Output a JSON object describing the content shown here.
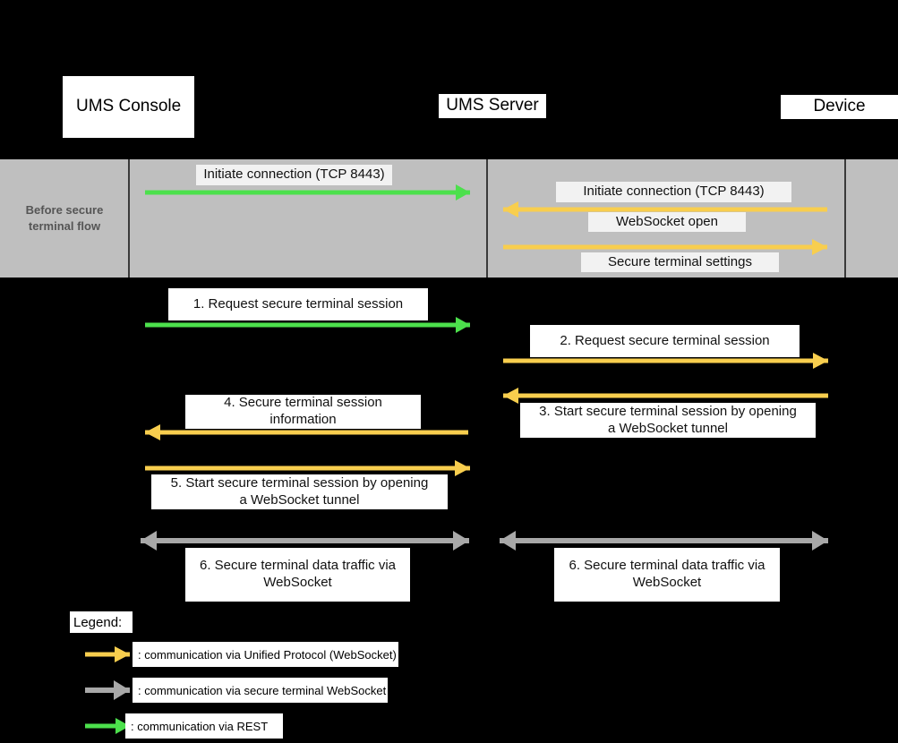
{
  "diagram": {
    "title_actors": [
      {
        "name": "ums-console",
        "label": "UMS Console"
      },
      {
        "name": "ums-server",
        "label": "UMS Server"
      },
      {
        "name": "device",
        "label": "Device"
      }
    ],
    "phase_band": {
      "label": "Before secure terminal flow",
      "background": "#bfbfbf",
      "messages": [
        {
          "label": "Initiate connection (TCP 8443)",
          "color": "#4ce04c",
          "protocol": "rest",
          "direction": "right",
          "lane": "console-server"
        },
        {
          "label": "Initiate connection (TCP 8443)",
          "color": "#f8ce4e",
          "protocol": "unified",
          "direction": "left",
          "lane": "server-device"
        },
        {
          "label": "WebSocket open",
          "color": "#f8ce4e",
          "protocol": "unified",
          "direction": "left",
          "lane": "server-device"
        },
        {
          "label": "Secure terminal settings",
          "color": "#f8ce4e",
          "protocol": "unified",
          "direction": "right",
          "lane": "server-device"
        }
      ]
    },
    "flow_messages": [
      {
        "step": "1.",
        "label": "1.   Request secure terminal session",
        "color": "#4ce04c",
        "protocol": "rest",
        "direction": "right",
        "lane": "console-server"
      },
      {
        "step": "2.",
        "label": "2.   Request secure terminal session",
        "color": "#f8ce4e",
        "protocol": "unified",
        "direction": "right",
        "lane": "server-device"
      },
      {
        "step": "3.",
        "label": "3.   Start secure terminal session by opening a WebSocket tunnel",
        "color": "#f8ce4e",
        "protocol": "unified",
        "direction": "left",
        "lane": "server-device"
      },
      {
        "step": "4.",
        "label": "4.   Secure terminal session information",
        "color": "#f8ce4e",
        "protocol": "unified",
        "direction": "left",
        "lane": "console-server"
      },
      {
        "step": "5.",
        "label": "5.   Start secure terminal session by opening a WebSocket tunnel",
        "color": "#f8ce4e",
        "protocol": "unified",
        "direction": "right",
        "lane": "console-server"
      },
      {
        "step": "6.",
        "label": "6.   Secure terminal data traffic via WebSocket",
        "color": "#a8a8a8",
        "protocol": "secure-terminal",
        "direction": "both",
        "lane": "console-server"
      },
      {
        "step": "6.",
        "label": "6.   Secure terminal data traffic via WebSocket",
        "color": "#a8a8a8",
        "protocol": "secure-terminal",
        "direction": "both",
        "lane": "server-device"
      }
    ],
    "message_labels": {
      "m_initiate_left": "Initiate connection (TCP 8443)",
      "m_initiate_right": "Initiate connection (TCP 8443)",
      "m_websocket_open": "WebSocket open",
      "m_secure_settings": "Secure terminal settings",
      "m1": "1.   Request secure terminal session",
      "m2": "2.   Request secure terminal session",
      "m3_line1": "3.   Start secure terminal session by opening",
      "m3_line2": "a WebSocket tunnel",
      "m4_line1": "4.   Secure terminal session",
      "m4_line2": "information",
      "m5_line1": "5.   Start secure terminal session by opening",
      "m5_line2": "a WebSocket tunnel",
      "m6_left_line1": "6.   Secure terminal data traffic via",
      "m6_left_line2": "WebSocket",
      "m6_right_line1": "6.   Secure terminal data traffic via",
      "m6_right_line2": "WebSocket"
    },
    "legend": {
      "title": "Legend:",
      "entries": [
        {
          "color": "#f8ce4e",
          "text": ": communication via Unified Protocol (WebSocket)",
          "name": "legend-unified-protocol"
        },
        {
          "color": "#a8a8a8",
          "text": ": communication via secure terminal WebSocket",
          "name": "legend-secure-terminal"
        },
        {
          "color": "#4ce04c",
          "text": ": communication via REST",
          "name": "legend-rest"
        }
      ]
    },
    "colors": {
      "background": "#000000",
      "band": "#bfbfbf",
      "rest_green": "#4ce04c",
      "unified_amber": "#f8ce4e",
      "secure_gray": "#a8a8a8",
      "plate_white": "#ffffff",
      "plate_offwhite": "#f2f2f2",
      "band_label_text": "#555555"
    }
  }
}
